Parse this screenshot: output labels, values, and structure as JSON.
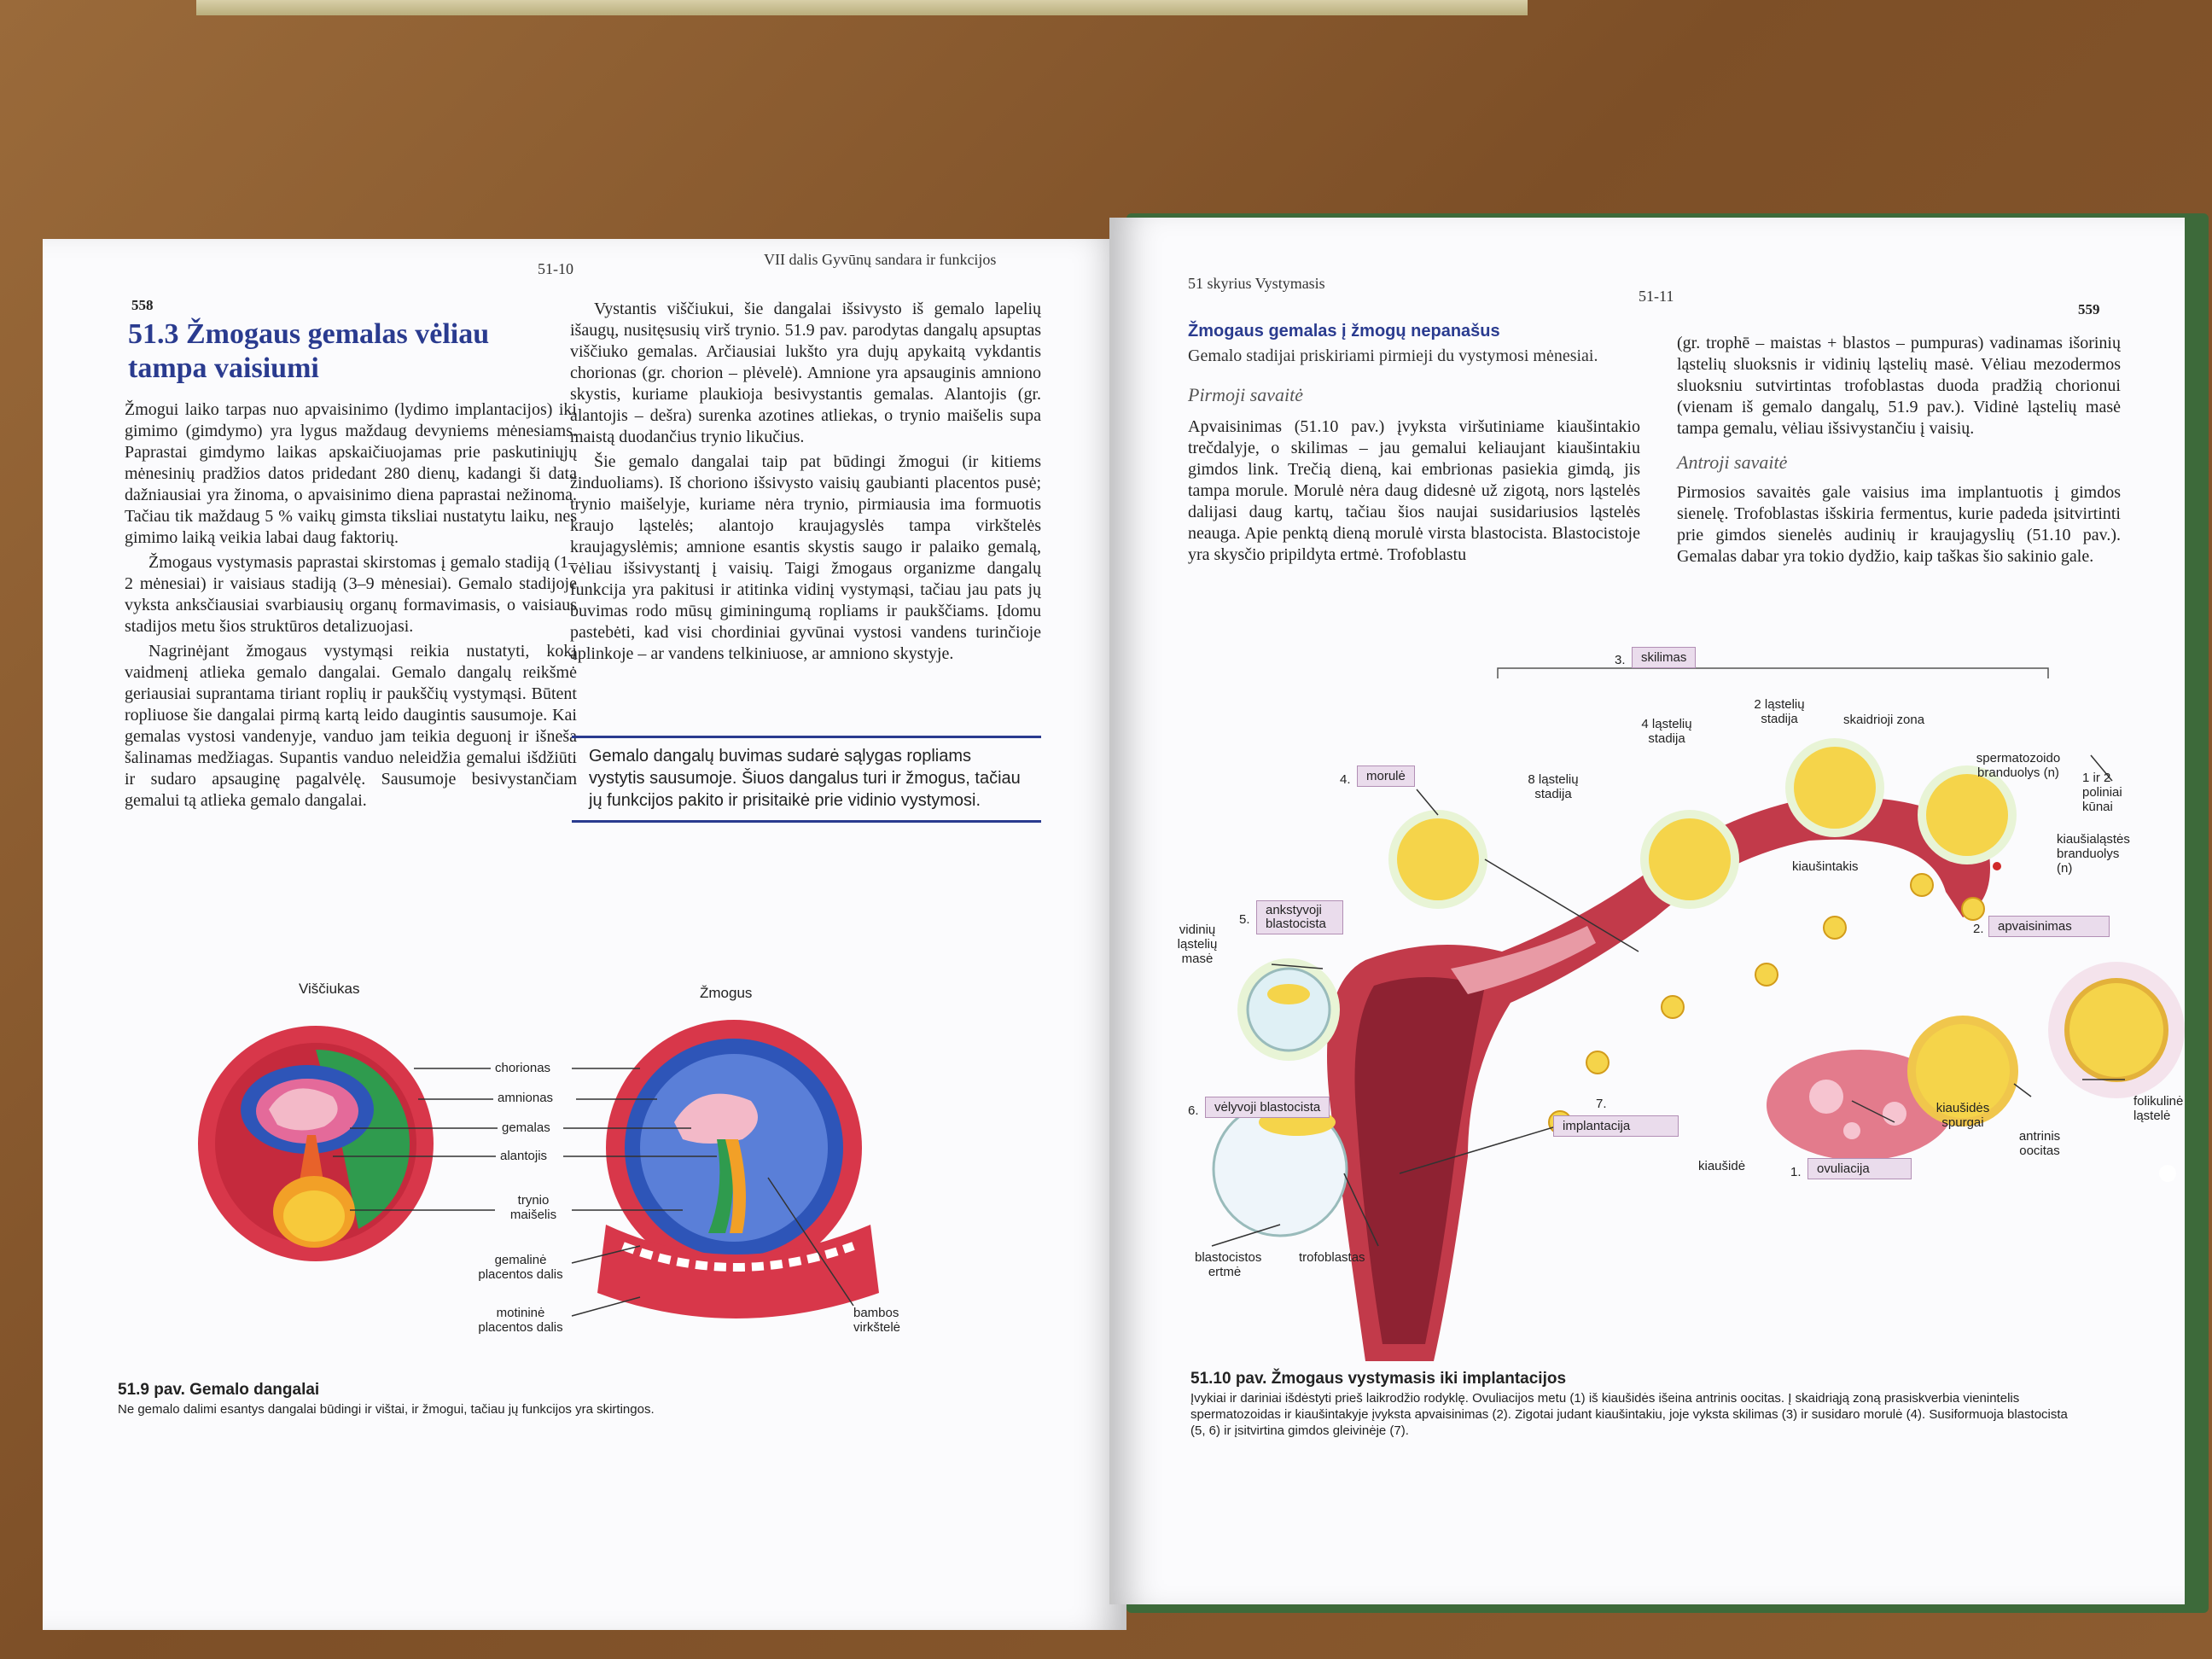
{
  "left_page": {
    "page_number": "558",
    "section_code": "51-10",
    "running_head": "VII dalis  Gyvūnų sandara ir funkcijos",
    "heading": "51.3 Žmogaus gemalas vėliau tampa vaisiumi",
    "col1_para1": "Žmogui laiko tarpas nuo apvaisinimo (lydimo implantacijos) iki gimimo (gimdymo) yra lygus maždaug devyniems mėnesiams. Paprastai gimdymo laikas apskaičiuojamas prie paskutiniųjų mėnesinių pradžios datos pridedant 280 dienų, kadangi ši data dažniausiai yra žinoma, o apvaisinimo diena paprastai nežinoma. Tačiau tik maždaug 5 % vaikų gimsta tiksliai nustatytu laiku, nes gimimo laiką veikia labai daug faktorių.",
    "col1_para2": "Žmogaus vystymasis paprastai skirstomas į gemalo stadiją (1–2 mėnesiai) ir vaisiaus stadiją (3–9 mėnesiai). Gemalo stadijoje vyksta anksčiausiai svarbiausių organų formavimasis, o vaisiaus stadijos metu šios struktūros detalizuojasi.",
    "col1_para3": "Nagrinėjant žmogaus vystymąsi reikia nustatyti, kokį vaidmenį atlieka gemalo dangalai. Gemalo dangalų reikšmė geriausiai suprantama tiriant roplių ir paukščių vystymąsi. Būtent ropliuose šie dangalai pirmą kartą leido daugintis sausumoje. Kai gemalas vystosi vandenyje, vanduo jam teikia deguonį ir išneša šalinamas medžiagas. Supantis vanduo neleidžia gemalui išdžiūti ir sudaro apsauginę pagalvėlę. Sausumoje besivystančiam gemalui tą atlieka gemalo dangalai.",
    "col2_para1": "Vystantis viščiukui, šie dangalai išsivysto iš gemalo lapelių išaugų, nusitęsusių virš trynio. 51.9 pav. parodytas dangalų apsuptas viščiuko gemalas. Arčiausiai lukšto yra dujų apykaitą vykdantis chorionas (gr. chorion – plėvelė). Amnione yra apsauginis amniono skystis, kuriame plaukioja besivystantis gemalas. Alantojis (gr. alantojis – dešra) surenka azotines atliekas, o trynio maišelis supa maistą duodančius trynio likučius.",
    "col2_para2": "Šie gemalo dangalai taip pat būdingi žmogui (ir kitiems žinduoliams). Iš choriono išsivysto vaisių gaubianti placentos pusė; trynio maišelyje, kuriame nėra trynio, pirmiausia ima formuotis kraujo ląstelės; alantojo kraujagyslės tampa virkštelės kraujagyslėmis; amnione esantis skystis saugo ir palaiko gemalą, vėliau išsivystantį į vaisių. Taigi žmogaus organizme dangalų funkcija yra pakitusi ir atitinka vidinį vystymąsi, tačiau jau pats jų buvimas rodo mūsų giminingumą ropliams ir paukščiams. Įdomu pastebėti, kad visi chordiniai gyvūnai vystosi vandens turinčioje aplinkoje – ar vandens telkiniuose, ar amniono skystyje.",
    "highlight_box": "Gemalo dangalų buvimas sudarė sąlygas ropliams vystytis sausumoje. Šiuos dangalus turi ir žmogus, tačiau jų funkcijos pakito ir prisitaikė prie vidinio vystymosi.",
    "fig_left_title": "Viščiukas",
    "fig_right_title": "Žmogus",
    "fig_labels": [
      "chorionas",
      "amnionas",
      "gemalas",
      "alantojis",
      "trynio maišelis",
      "gemalinė placentos dalis",
      "motininė placentos dalis",
      "bambos virkštelė"
    ],
    "caption_title": "51.9 pav. Gemalo dangalai",
    "caption_text": "Ne gemalo dalimi esantys dangalai būdingi ir vištai, ir žmogui, tačiau jų funkcijos yra skirtingos."
  },
  "right_page": {
    "running_head": "51 skyrius  Vystymasis",
    "section_code": "51-11",
    "page_number": "559",
    "heading": "Žmogaus gemalas į žmogų nepanašus",
    "intro": "Gemalo stadijai priskiriami pirmieji du vystymosi mėnesiai.",
    "sub1": "Pirmoji savaitė",
    "sub1_text": "Apvaisinimas (51.10 pav.) įvyksta viršutiniame kiaušintakio trečdalyje, o skilimas – jau gemalui keliaujant kiaušintakiu gimdos link. Trečią dieną, kai embrionas pasiekia gimdą, jis tampa morule. Morulė nėra daug didesnė už zigotą, nors ląstelės dalijasi daug kartų, tačiau šios naujai susidariusios ląstelės neauga. Apie penktą dieną morulė virsta blastocista. Blastocistoje yra skysčio pripildyta ertmė. Trofoblastu",
    "col2_top": "(gr. trophē – maistas + blastos – pumpuras) vadinamas išorinių ląstelių sluoksnis ir vidinių ląstelių masė. Vėliau mezodermos sluoksniu sutvirtintas trofoblastas duoda pradžią chorionui (vienam iš gemalo dangalų, 51.9 pav.). Vidinė ląstelių masė tampa gemalu, vėliau išsivystančiu į vaisių.",
    "sub2": "Antroji savaitė",
    "sub2_text": "Pirmosios savaitės gale vaisius ima implantuotis į gimdos sienelę. Trofoblastas išskiria fermentus, kurie padeda įsitvirtinti prie gimdos sienelės audinių ir kraujagyslių (51.10 pav.). Gemalas dabar yra tokio dydžio, kaip taškas šio sakinio gale.",
    "fig": {
      "skilimas": "skilimas",
      "n3": "3.",
      "stage4": "4 ląstelių stadija",
      "stage2": "2 ląstelių stadija",
      "zona": "skaidrioji zona",
      "morule_n": "4.",
      "morule": "morulė",
      "stage8": "8 ląstelių stadija",
      "sperm": "spermatozoido branduolys (n)",
      "polar": "1 ir 2 poliniai kūnai",
      "egg_nucleus": "kiaušialąstės branduolys (n)",
      "kiausintakis": "kiaušintakis",
      "n5": "5.",
      "early_blast": "ankstyvoji blastocista",
      "inner_mass": "vidinių ląstelių masė",
      "n2": "2.",
      "fert": "apvaisinimas",
      "n6": "6.",
      "late_blast": "vėlyvoji blastocista",
      "n7": "7.",
      "impl": "implantacija",
      "follicles": "kiaušidės spurgai",
      "foll_cell": "folikulinė ląstelė",
      "oocyte": "antrinis oocitas",
      "ovary": "kiaušidė",
      "n1": "1.",
      "ovul": "ovuliacija",
      "blast_cavity": "blastocistos ertmė",
      "troph": "trofoblastas"
    },
    "caption_title": "51.10 pav. Žmogaus vystymasis iki implantacijos",
    "caption_text": "Įvykiai ir dariniai išdėstyti prieš laikrodžio rodyklę. Ovuliacijos metu (1) iš kiaušidės išeina antrinis oocitas. Į skaidriąją zoną prasiskverbia vienintelis spermatozoidas ir kiaušintakyje įvyksta apvaisinimas (2). Zigotai judant kiaušintakiu, joje vyksta skilimas (3) ir susidaro morulė (4). Susiformuoja blastocista (5, 6) ir įsitvirtina gimdos gleivinėje (7)."
  },
  "colors": {
    "heading_blue": "#2a3b8f",
    "label_pink": "#eadcec",
    "egg_yellow": "#f5d44a",
    "uterus_red": "#c23a4a"
  }
}
